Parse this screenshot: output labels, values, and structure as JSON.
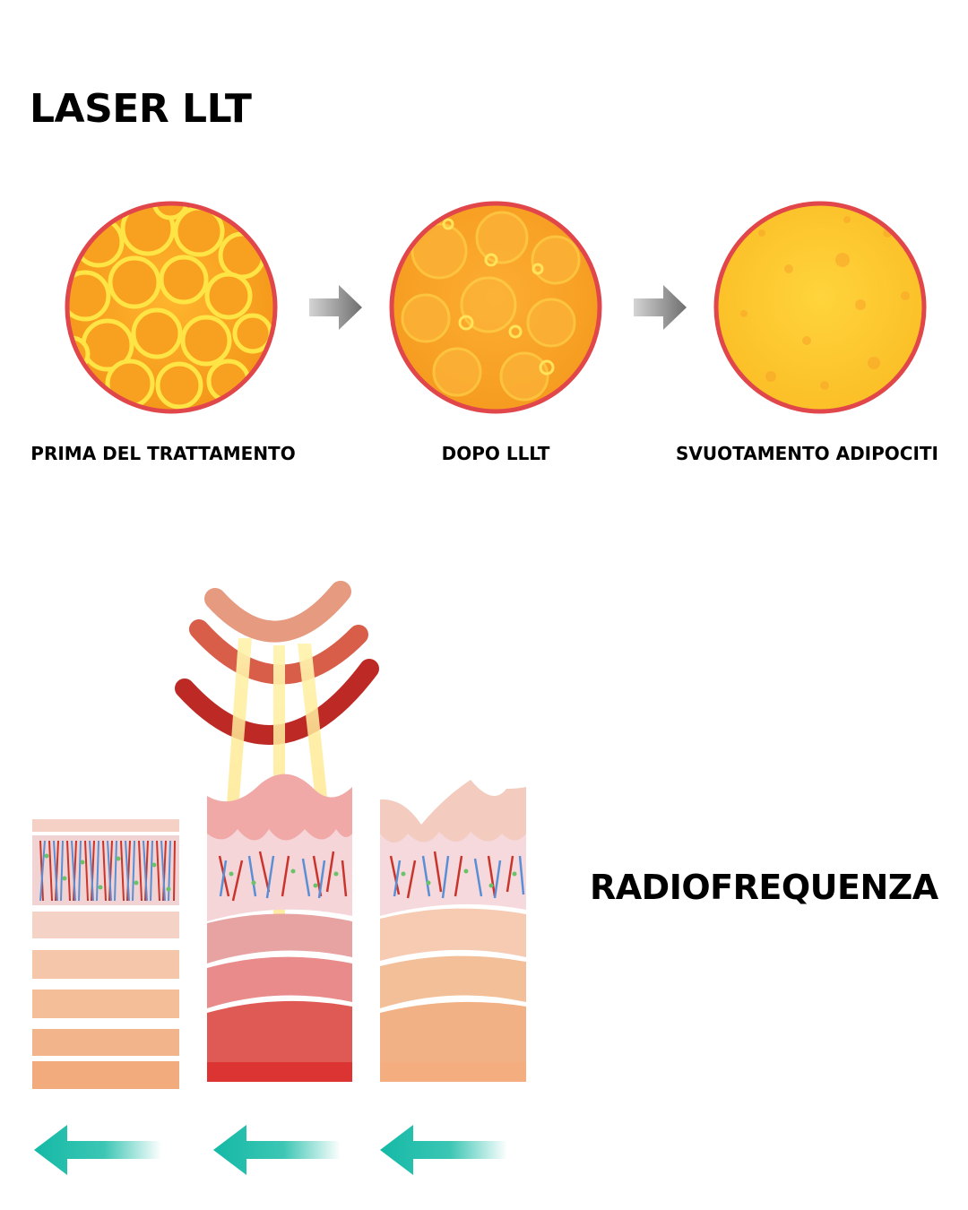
{
  "laser_section": {
    "title": "LASER LLT",
    "stages": [
      {
        "caption": "PRIMA DEL TRATTAMENTO",
        "icon": "fat-cells-full-icon"
      },
      {
        "caption": "DOPO LLLT",
        "icon": "fat-cells-emptying-icon"
      },
      {
        "caption": "SVUOTAMENTO ADIPOCITI",
        "icon": "fat-cells-empty-icon"
      }
    ],
    "arrow_icon": "gray-arrow-right-icon"
  },
  "rf_section": {
    "title": "RADIOFREQUENZA",
    "skin_columns": [
      "skin-layers-normal-icon",
      "skin-layers-heated-icon",
      "skin-layers-after-icon"
    ],
    "emitter_icon": "rf-emitter-waves-icon",
    "arrow_icon": "teal-arrow-left-icon"
  },
  "colors": {
    "circle_border": "#e0464a",
    "fat_orange": "#f7a21c",
    "fat_yellow": "#ffd23a",
    "rf_red": "#b52a26",
    "teal_arrow": "#14b9a6",
    "gray_arrow": "#7f7f7f"
  }
}
